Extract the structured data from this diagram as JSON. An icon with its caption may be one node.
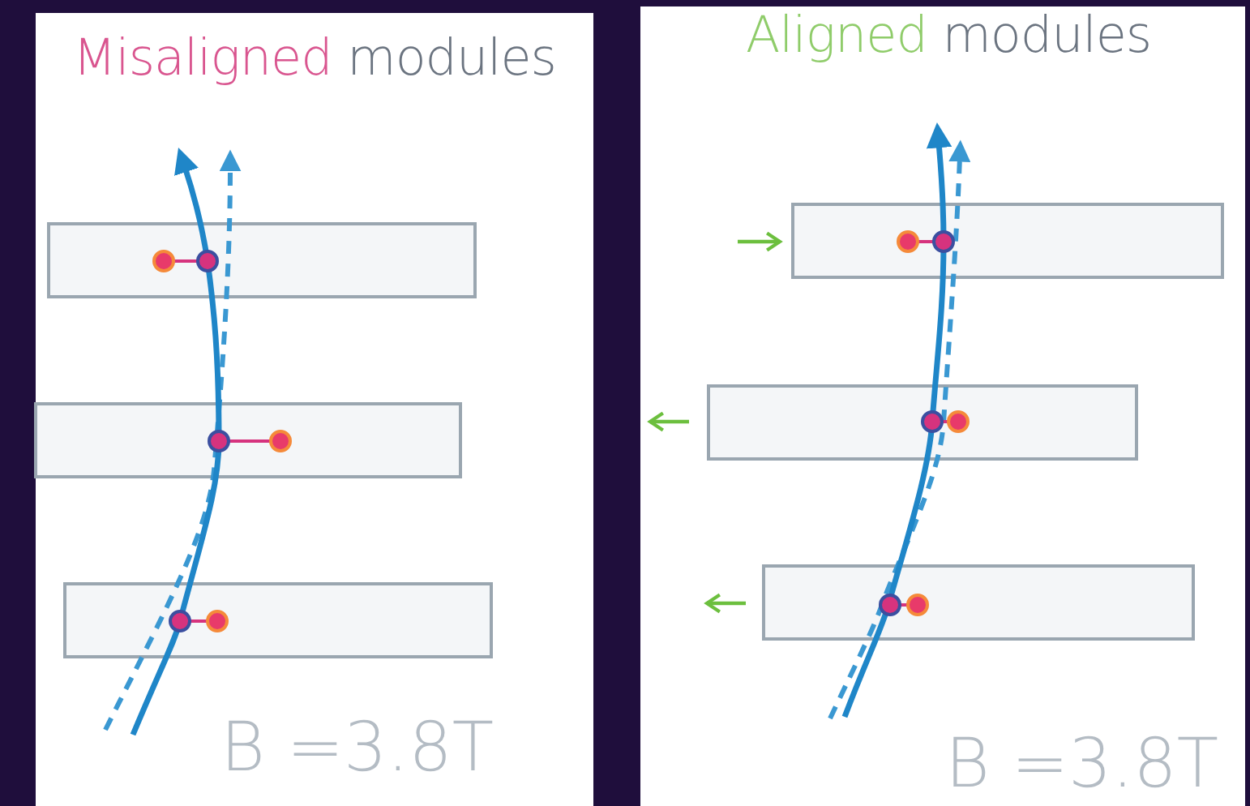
{
  "diagram": {
    "labels": [
      "Misaligned modules",
      "Aligned modules",
      "B =3.8T",
      "B =3.8T"
    ]
  }
}
